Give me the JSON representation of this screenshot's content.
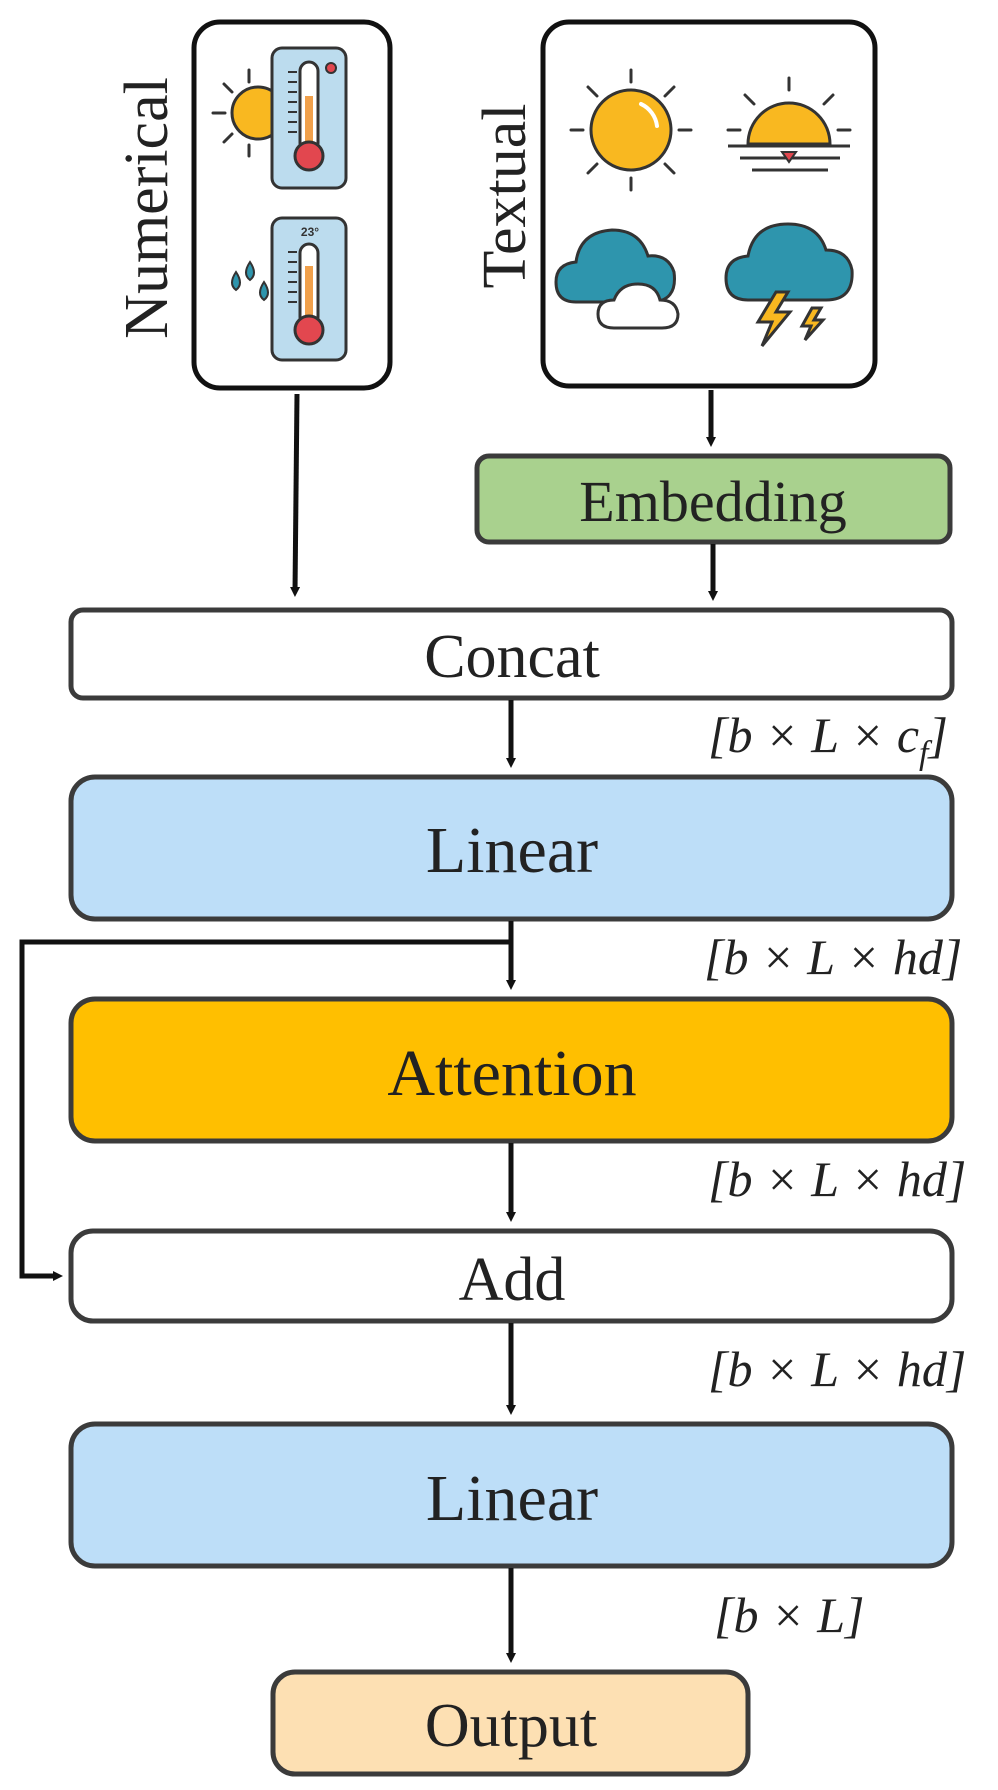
{
  "inputs": {
    "numerical_label": "Numerical",
    "textual_label": "Textual",
    "numerical_icons": [
      "sun-thermometer-icon",
      "rain-thermometer-icon"
    ],
    "numerical_icon_text": "23°",
    "textual_icons": [
      "sun-icon",
      "sunset-icon",
      "cloud-icon",
      "thunderstorm-icon"
    ]
  },
  "blocks": {
    "embedding": "Embedding",
    "concat": "Concat",
    "linear_1": "Linear",
    "attention": "Attention",
    "add": "Add",
    "linear_2": "Linear",
    "output": "Output"
  },
  "shapes": {
    "after_concat": "[b × L × c_f]",
    "after_concat_main": "[b × L × c",
    "after_concat_sub": "f",
    "after_concat_close": "]",
    "after_linear_1": "[b × L × hd]",
    "after_attention": "[b × L × hd]",
    "after_add": "[b × L × hd]",
    "after_linear_2": "[b × L]"
  },
  "colors": {
    "embedding_fill": "#a9d18e",
    "linear_fill": "#bddef8",
    "attention_fill": "#ffbf00",
    "output_fill": "#fde0b3",
    "plain_fill": "#ffffff",
    "border": "#3b3b3b",
    "sun": "#f9b820",
    "cloud": "#2e95ad",
    "thermometer_body": "#bcdcee",
    "thermometer_bulb": "#e2474f"
  }
}
